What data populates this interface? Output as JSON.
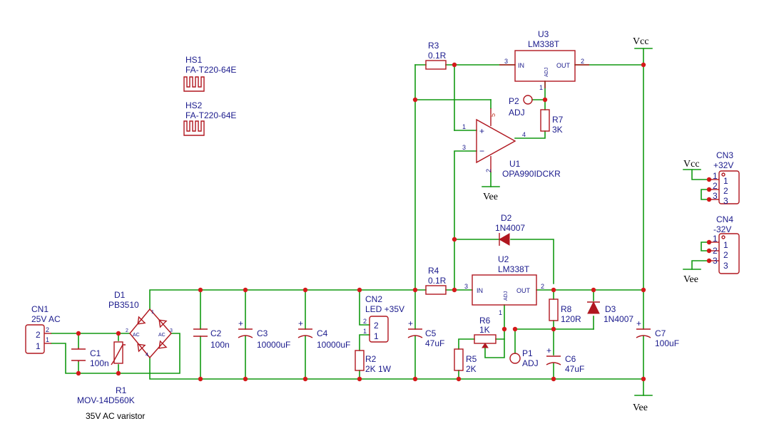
{
  "components": {
    "hs1": {
      "ref": "HS1",
      "value": "FA-T220-64E"
    },
    "hs2": {
      "ref": "HS2",
      "value": "FA-T220-64E"
    },
    "cn1": {
      "ref": "CN1",
      "value": "25V AC",
      "pin_top": "2",
      "pin_bot": "1"
    },
    "c1": {
      "ref": "C1",
      "value": "100n"
    },
    "r1": {
      "ref": "R1",
      "value": "MOV-14D560K"
    },
    "d1": {
      "ref": "D1",
      "value": "PB3510"
    },
    "c2": {
      "ref": "C2",
      "value": "100n"
    },
    "c3": {
      "ref": "C3",
      "value": "10000uF"
    },
    "c4": {
      "ref": "C4",
      "value": "10000uF"
    },
    "cn2": {
      "ref": "CN2",
      "value": "LED +35V",
      "pin_top": "2",
      "pin_bot": "1"
    },
    "r2": {
      "ref": "R2",
      "value": "2K 1W"
    },
    "c5": {
      "ref": "C5",
      "value": "47uF"
    },
    "r3": {
      "ref": "R3",
      "value": "0.1R"
    },
    "r4": {
      "ref": "R4",
      "value": "0.1R"
    },
    "u3": {
      "ref": "U3",
      "value": "LM338T",
      "in": "IN",
      "out": "OUT",
      "adj": "ADJ",
      "p_in": "3",
      "p_out": "2",
      "p_adj": "1"
    },
    "u2": {
      "ref": "U2",
      "value": "LM338T",
      "in": "IN",
      "out": "OUT",
      "adj": "ADJ",
      "p_in": "3",
      "p_out": "2",
      "p_adj": "1"
    },
    "u1": {
      "ref": "U1",
      "value": "OPA990IDCKR",
      "p1": "1",
      "p3": "3",
      "p4": "4",
      "p5": "5",
      "p2": "2"
    },
    "p2": {
      "ref": "P2",
      "value": "ADJ"
    },
    "r7": {
      "ref": "R7",
      "value": "3K"
    },
    "d2": {
      "ref": "D2",
      "value": "1N4007"
    },
    "r6": {
      "ref": "R6",
      "value": "1K"
    },
    "r5": {
      "ref": "R5",
      "value": "2K"
    },
    "p1": {
      "ref": "P1",
      "value": "ADJ"
    },
    "r8": {
      "ref": "R8",
      "value": "120R"
    },
    "d3": {
      "ref": "D3",
      "value": "1N4007"
    },
    "c6": {
      "ref": "C6",
      "value": "47uF"
    },
    "c7": {
      "ref": "C7",
      "value": "100uF"
    },
    "cn3": {
      "ref": "CN3",
      "value": "+32V",
      "pins": [
        "1",
        "2",
        "3"
      ]
    },
    "cn4": {
      "ref": "CN4",
      "value": "-32V",
      "pins": [
        "1",
        "2",
        "3"
      ]
    }
  },
  "bridge_pins": {
    "p1": "1",
    "p2": "2",
    "p3": "3",
    "p4": "4",
    "ac": "AC"
  },
  "rails": {
    "vcc": "Vcc",
    "vee": "Vee"
  },
  "note": "35V AC varistor",
  "colors": {
    "wire": "#119911",
    "symbol": "#b0171f",
    "label": "#1a1a8c",
    "junction": "#d41a1a"
  }
}
